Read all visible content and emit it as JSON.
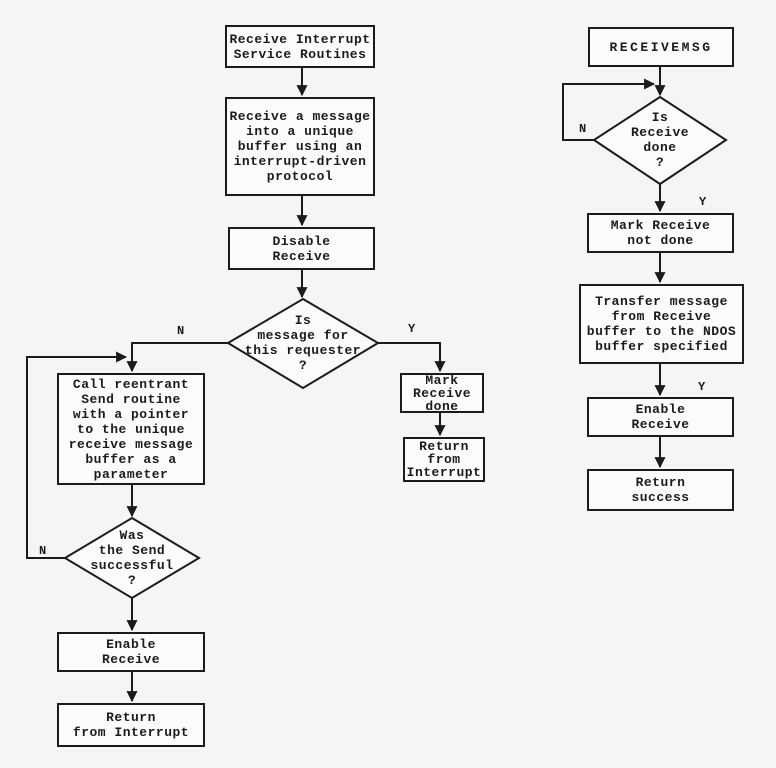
{
  "page": {
    "ink_color": "#1b1b1b",
    "paper_color": "#f5f5f3",
    "box_fill_color": "#fbfbfa"
  },
  "flows": {
    "interrupt_service": {
      "nodes": {
        "start": "Receive Interrupt\nService Routines",
        "receive_message": "Receive a message\ninto a unique\nbuffer using an\ninterrupt-driven\nprotocol",
        "disable_receive": "Disable\nReceive",
        "is_message_for_requester": "Is\nmessage for\nthis requester\n?",
        "call_send": "Call reentrant\nSend routine\nwith a pointer\nto the unique\nreceive message\nbuffer as a\nparameter",
        "was_send_successful": "Was\nthe Send\nsuccessful\n?",
        "enable_receive": "Enable\nReceive",
        "return_from_interrupt": "Return\nfrom Interrupt",
        "mark_receive_done": "Mark\nReceive\ndone",
        "return_from_interrupt_right": "Return\nfrom\nInterrupt"
      },
      "edge_labels": {
        "requester_no": "N",
        "requester_yes": "Y",
        "send_no": "N"
      }
    },
    "receivemsg": {
      "nodes": {
        "start": "RECEIVEMSG",
        "is_receive_done": "Is\nReceive\ndone\n?",
        "mark_receive_not_done": "Mark Receive\nnot done",
        "transfer_message": "Transfer message\nfrom Receive\nbuffer to the NDOS\nbuffer specified",
        "enable_receive": "Enable\nReceive",
        "return_success": "Return\nsuccess"
      },
      "edge_labels": {
        "receive_done_no": "N",
        "receive_done_yes": "Y",
        "enable_yes": "Y"
      }
    }
  }
}
